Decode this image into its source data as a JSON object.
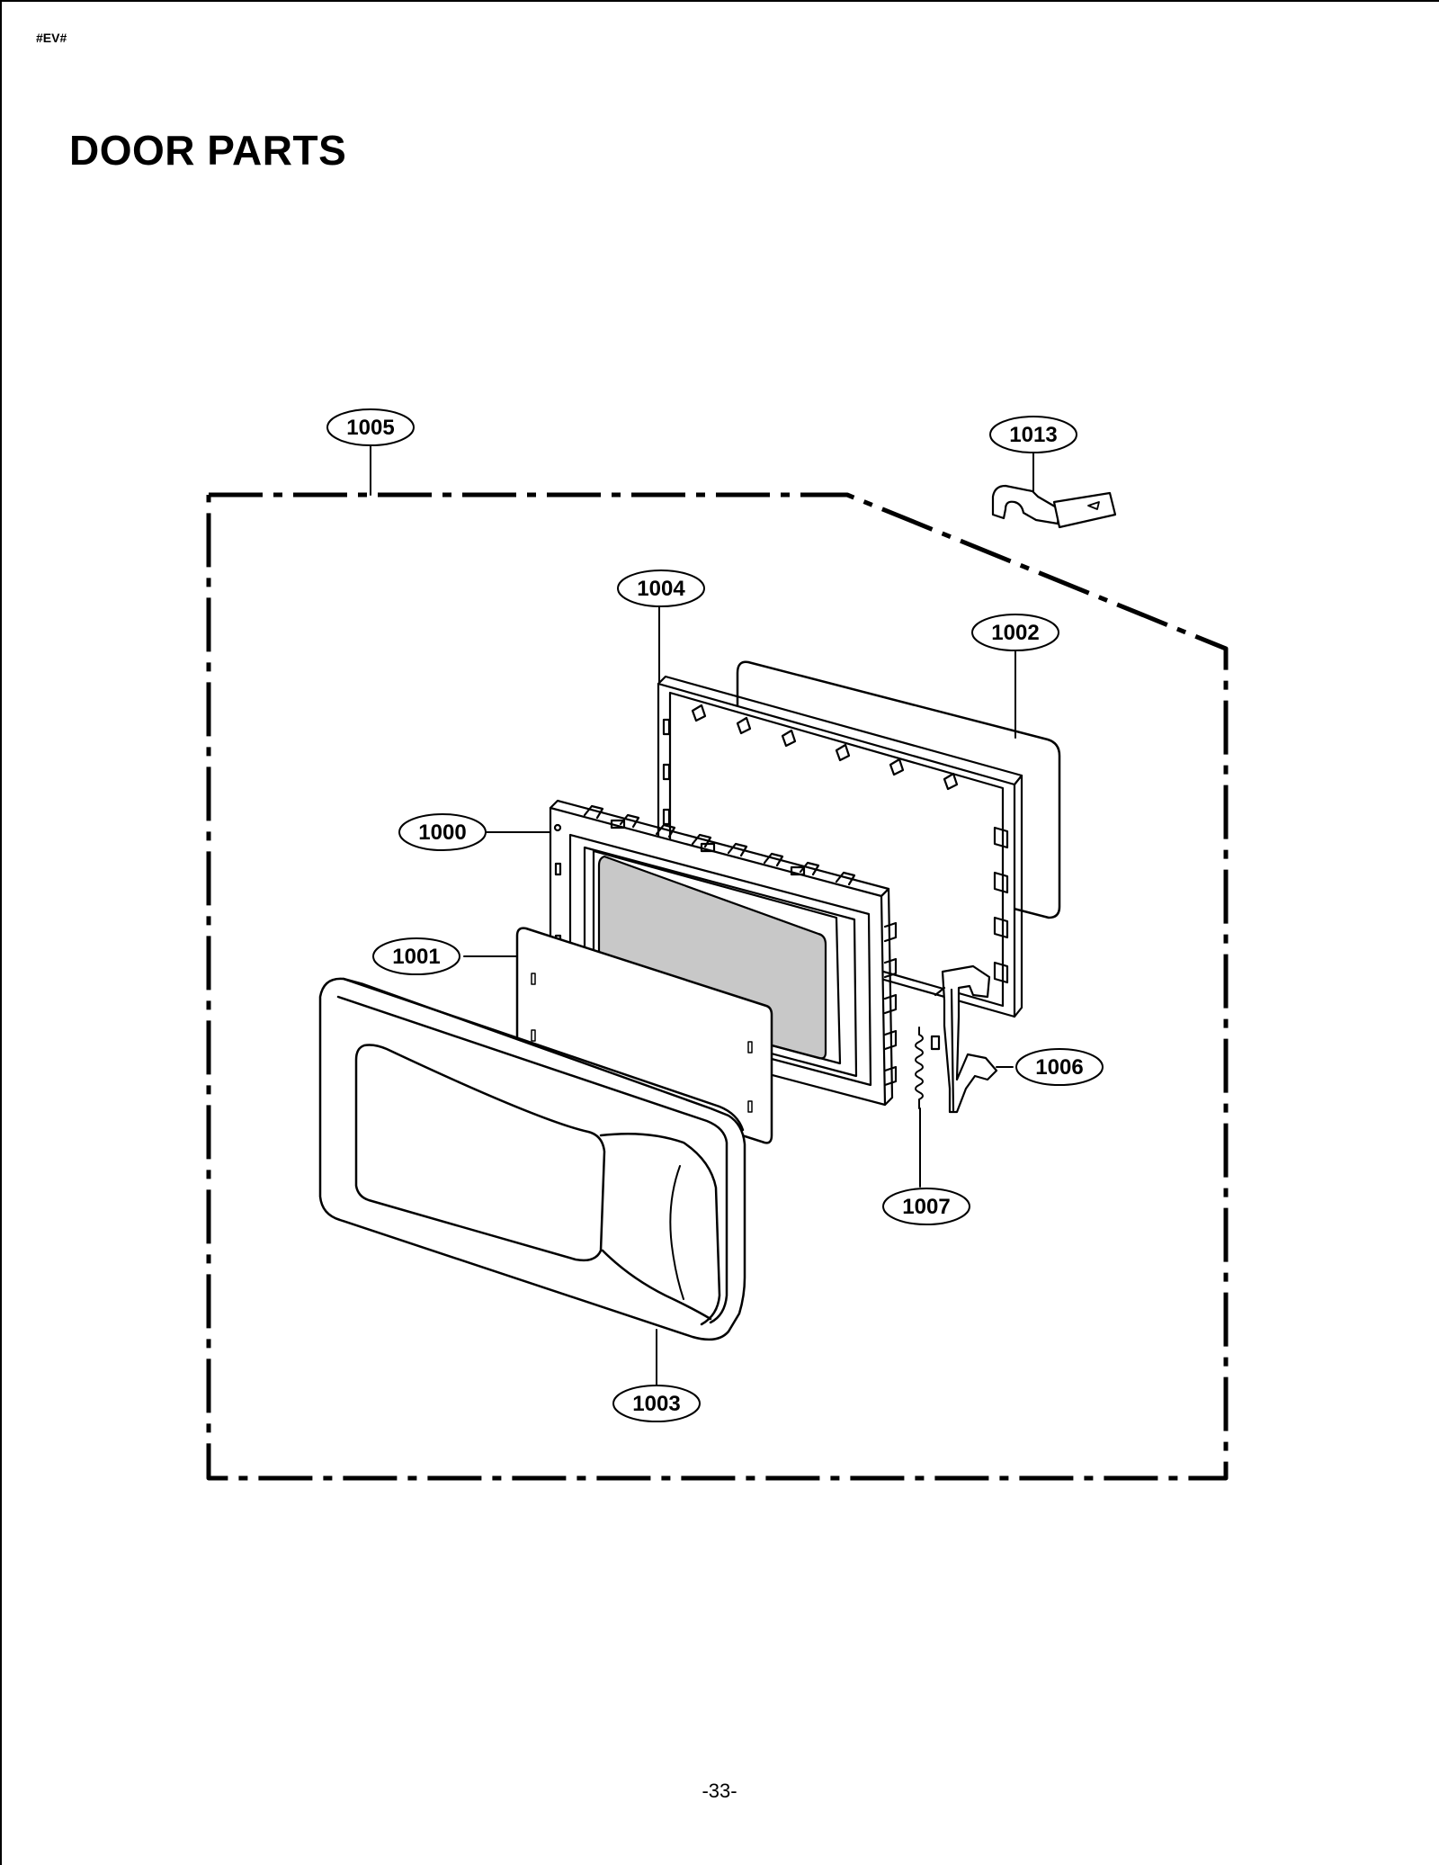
{
  "header": {
    "code": "#EV#"
  },
  "title": "DOOR PARTS",
  "footer": {
    "page_number": "-33-"
  },
  "callouts": {
    "c1005": "1005",
    "c1013": "1013",
    "c1004": "1004",
    "c1002": "1002",
    "c1000": "1000",
    "c1001": "1001",
    "c1006": "1006",
    "c1007": "1007",
    "c1003": "1003"
  },
  "colors": {
    "line": "#000000",
    "window_glass": "#c8c8c8",
    "background": "#ffffff"
  }
}
